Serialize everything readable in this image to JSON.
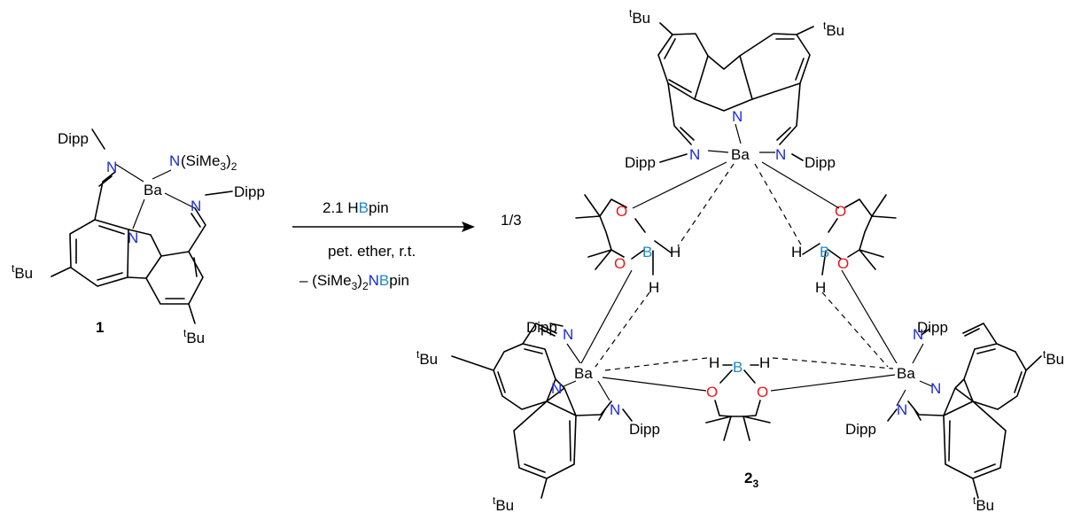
{
  "colors": {
    "nitrogen": "#1a2bd6",
    "oxygen": "#e8191a",
    "boron": "#1e88c8",
    "bond": "#000000"
  },
  "labels": {
    "tBu_sup": "t",
    "tBu": "Bu",
    "Ba": "Ba",
    "N": "N",
    "O": "O",
    "B": "B",
    "H": "H",
    "Dipp": "Dipp",
    "NSiMe3_N": "N",
    "NSiMe3_rest": "(SiMe",
    "sub3": "3",
    "close2": ")",
    "sub2": "2"
  },
  "compound1": {
    "label": "1"
  },
  "product": {
    "label_main": "2",
    "label_sub": "3",
    "stoich": "1/3"
  },
  "arrow": {
    "reagent": {
      "pre": "2.1 H",
      "boron": "B",
      "post": "pin"
    },
    "conditions": "pet. ether, r.t.",
    "byproduct": {
      "pre": "– (SiMe",
      "sub": "3",
      "mid": ")",
      "sub2": "2",
      "n": "N",
      "b": "B",
      "post": "pin"
    }
  }
}
